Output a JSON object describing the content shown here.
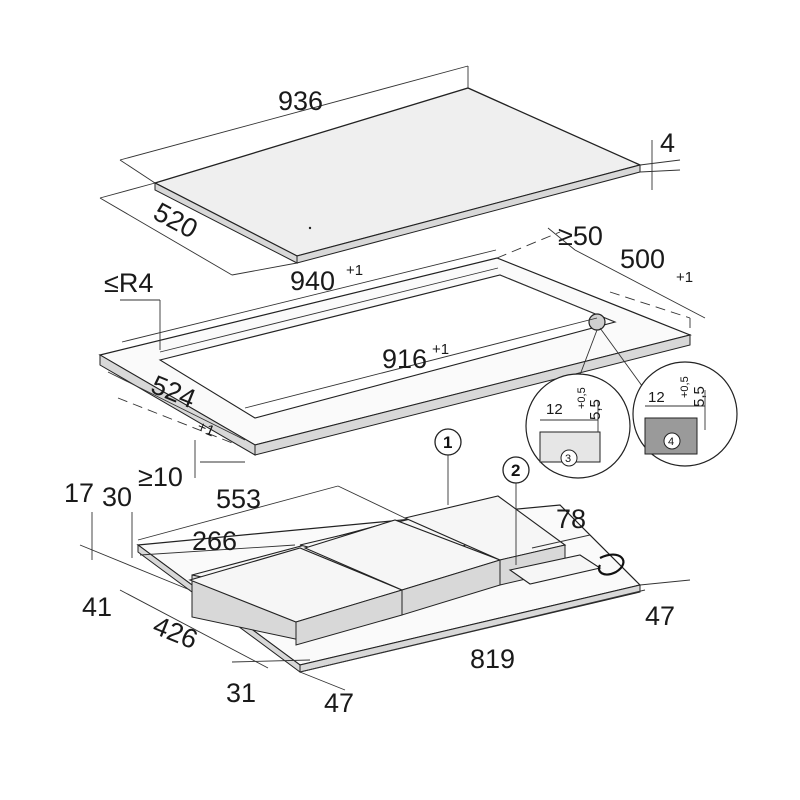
{
  "dimensions": {
    "hob_width": "936",
    "hob_depth": "520",
    "glass_thickness": "4",
    "cutout_width": "940",
    "cutout_width_tol": "+1",
    "clearance_rear": "≥50",
    "cutout_depth": "500",
    "cutout_depth_tol": "+1",
    "corner_radius": "≤R4",
    "frame_inner_width": "916",
    "frame_inner_width_tol": "+1",
    "frame_inner_depth": "524",
    "frame_inner_depth_tol": "+1",
    "clearance_below": "≥10",
    "depth_17": "17",
    "depth_30": "30",
    "width_553": "553",
    "width_266": "266",
    "width_78": "78",
    "depth_41": "41",
    "depth_426": "426",
    "depth_31": "31",
    "width_819": "819",
    "offset_47_right": "47",
    "offset_47_bottom": "47"
  },
  "callouts": {
    "item_1": "1",
    "item_2": "2",
    "detail_3": "3",
    "detail_4": "4"
  },
  "details": {
    "detail_3": {
      "width": "12",
      "tol": "+0,5",
      "height": "5,5"
    },
    "detail_4": {
      "width": "12",
      "tol": "+0,5",
      "height": "5,5"
    }
  }
}
